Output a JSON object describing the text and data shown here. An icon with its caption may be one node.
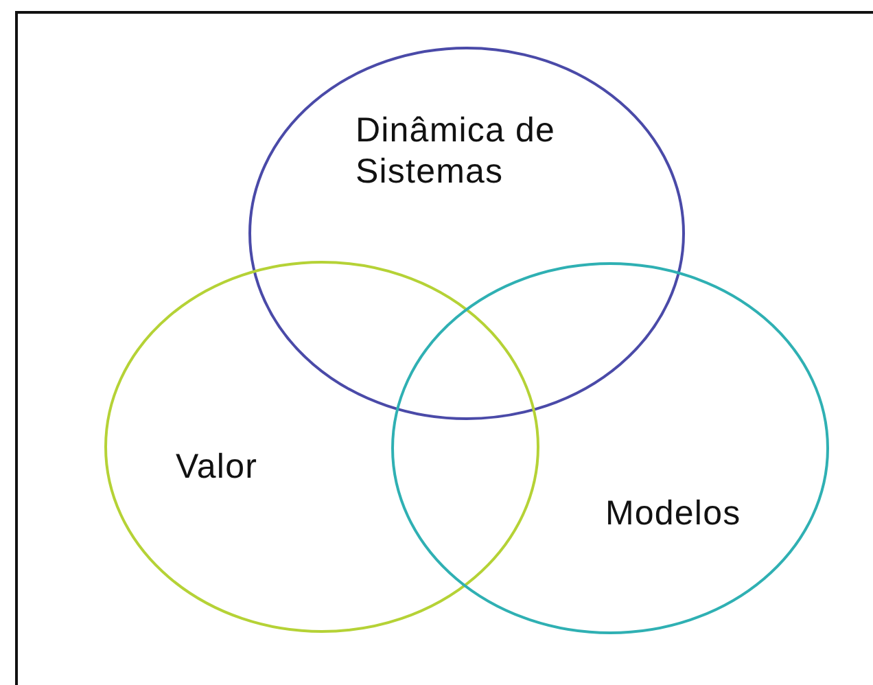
{
  "diagram": {
    "nodes": [
      {
        "text": [
          "Dinâmica de Sistemas"
        ]
      },
      {
        "text": [
          "Valor"
        ]
      },
      {
        "text": [
          "Modelos"
        ]
      }
    ]
  }
}
